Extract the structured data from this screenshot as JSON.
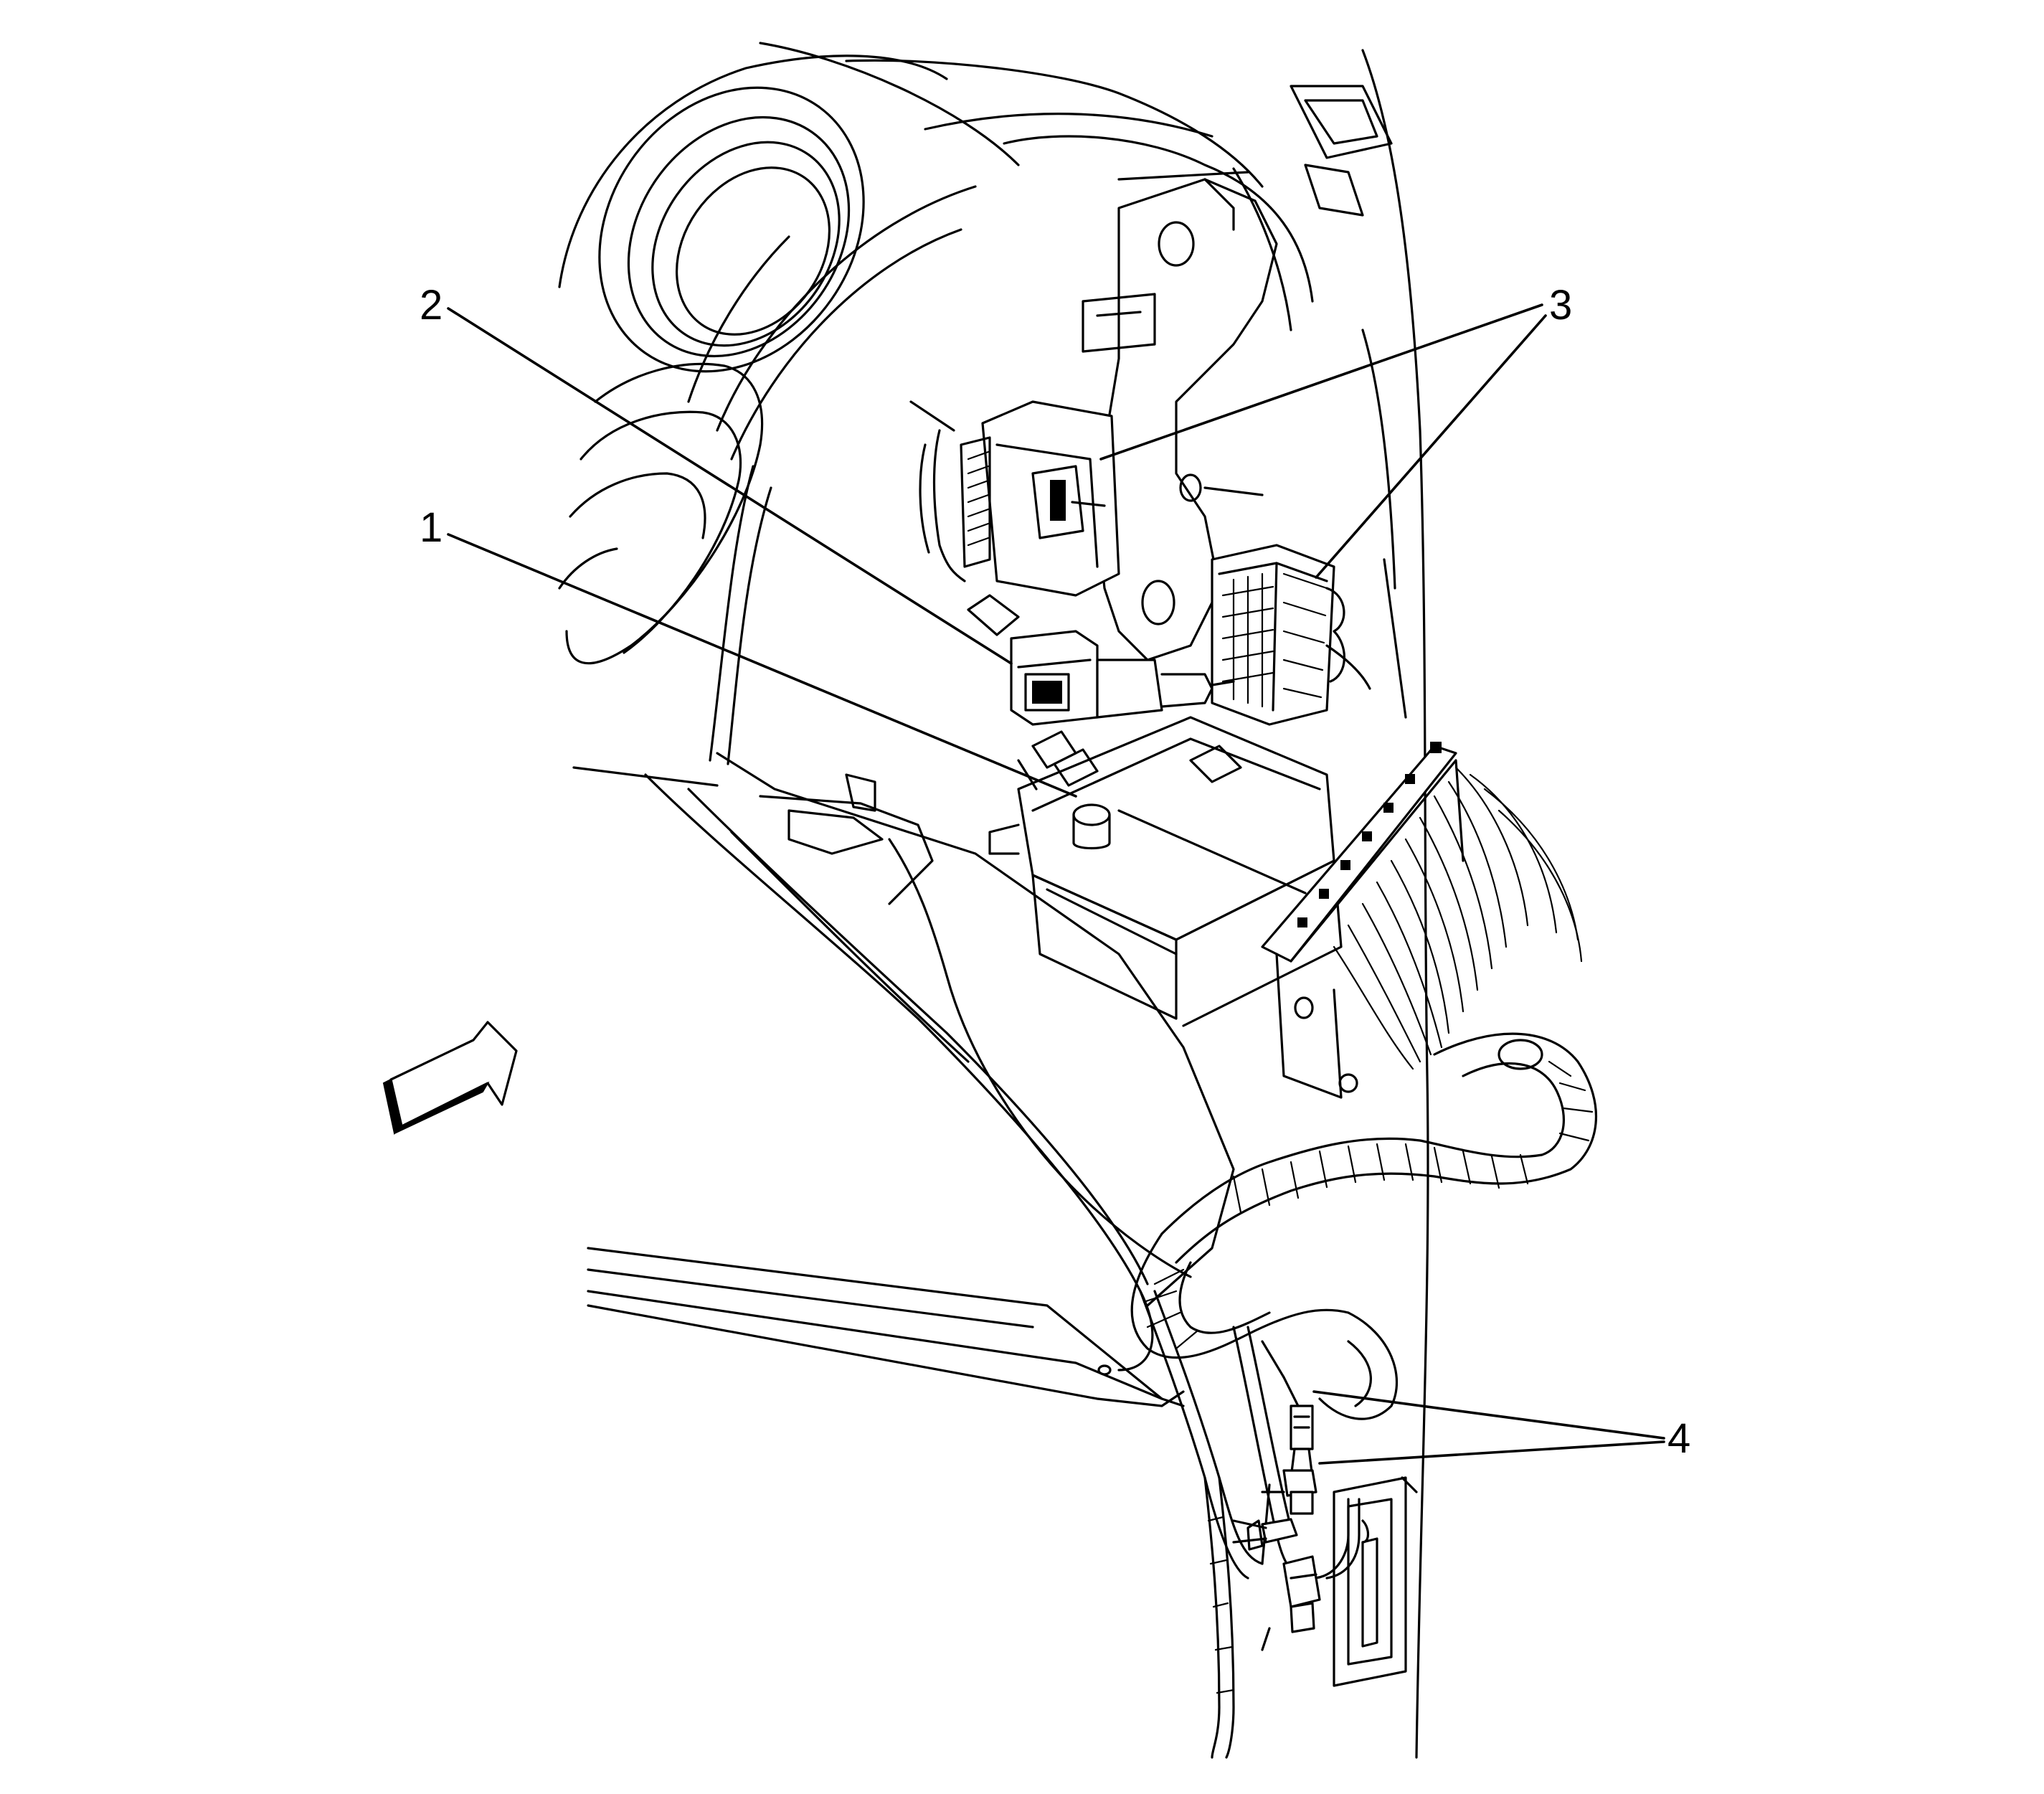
{
  "callouts": {
    "c1": "1",
    "c2": "2",
    "c3": "3",
    "c4": "4"
  },
  "line_color": "#000000",
  "background_color": "#ffffff"
}
